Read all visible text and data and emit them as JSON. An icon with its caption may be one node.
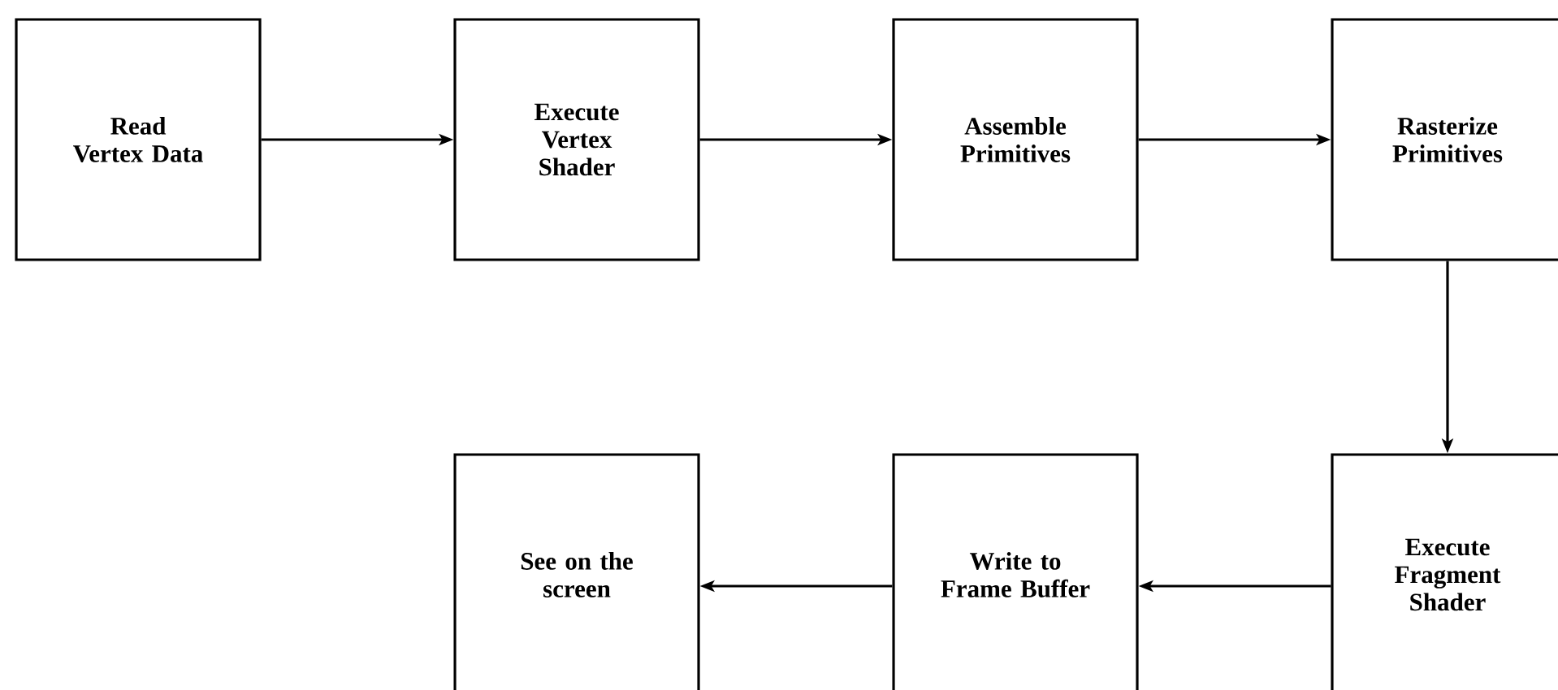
{
  "diagram": {
    "nodes": [
      {
        "text": [
          "Read Vertex Data"
        ]
      },
      {
        "text": [
          "Execute Vertex Shader"
        ]
      },
      {
        "text": [
          "Assemble Primitives"
        ]
      },
      {
        "text": [
          "Rasterize Primitives"
        ]
      },
      {
        "text": [
          "See on the screen"
        ]
      },
      {
        "text": [
          "Write to Frame Buffer"
        ]
      },
      {
        "text": [
          "Execute Fragment Shader"
        ]
      }
    ],
    "edges": [
      {
        "from": 0,
        "to": 1,
        "arrow": "to"
      },
      {
        "from": 1,
        "to": 2,
        "arrow": "to"
      },
      {
        "from": 2,
        "to": 3,
        "arrow": "to"
      },
      {
        "from": 3,
        "to": 6,
        "arrow": "to"
      },
      {
        "from": 6,
        "to": 5,
        "arrow": "to"
      },
      {
        "from": 5,
        "to": 4,
        "arrow": "to"
      }
    ]
  }
}
